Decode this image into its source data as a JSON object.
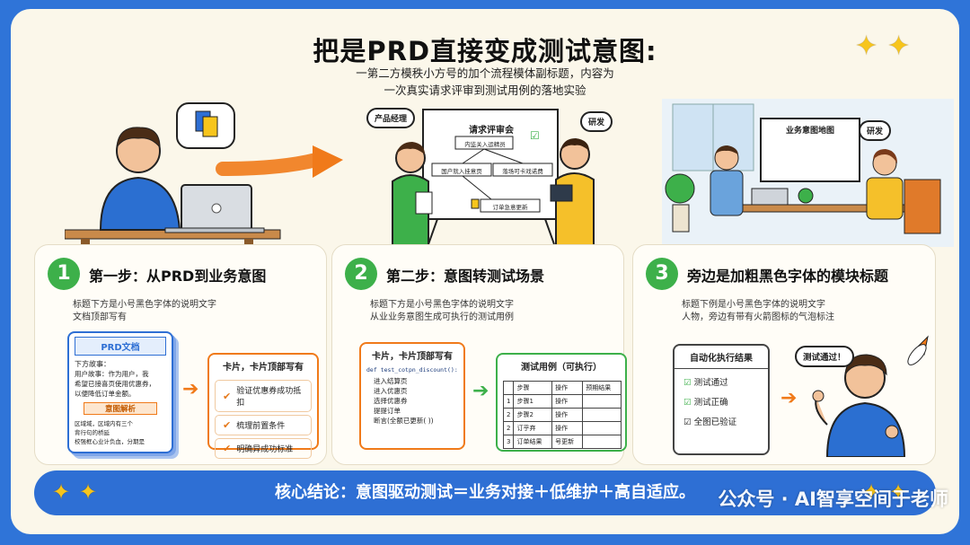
{
  "header": {
    "title": "把是PRD直接变成测试意图:",
    "subtitle_line1": "一第二方模秩小方号的加个流程模体副标题，内容为",
    "subtitle_line2": "一次真实请求评审到测试用例的落地实验"
  },
  "scene": {
    "meeting_board_title": "请求评审会",
    "board_nodes": [
      "内监关入运精员",
      "国户就入挂意页",
      "落场可卡戏诺费",
      "订单急意更新"
    ],
    "label_pm": "产品经理",
    "label_dev": "研发",
    "office_board_title": "业务意图地图",
    "office_bubble": "研发"
  },
  "steps": [
    {
      "number": "1",
      "title": "第一步：从PRD到业务意图",
      "desc_line1": "标题下方是小号黑色字体的说明文字",
      "desc_line2": "文档顶部写有",
      "doc_title": "PRD文档",
      "doc_story_heading": "下方故事：",
      "doc_story_lines": [
        "用户故事：作为用户，我",
        "希望已接喜页使用优惠券，",
        "以便降低订单金额。"
      ],
      "doc_analysis_label": "意图解析",
      "doc_bullets": [
        "区域域，区域内有三个",
        "背行句的桥延",
        "校强框心业计负血，分期是"
      ],
      "card_title": "卡片，卡片顶部写有",
      "card_items": [
        "验证优惠券成功抵扣",
        "梳理前置条件",
        "明确异成功标准"
      ]
    },
    {
      "number": "2",
      "title": "第二步：意图转测试场景",
      "desc_line1": "标题下方是小号黑色字体的说明文字",
      "desc_line2": "从业业务意图生成可执行的测试用例",
      "card_title": "卡片，卡片顶部写有",
      "code_line": "def test_cotpn_discount():",
      "code_items": [
        "进入结算页",
        "进入优惠页",
        "选择优惠券",
        "提提订单",
        "断言(全额已更新(  ))"
      ],
      "table_title": "测试用例（可执行）",
      "table_headers": [
        "",
        "步骤",
        "操作",
        "预期结果"
      ],
      "table_rows": [
        [
          "1",
          "步骤1",
          "操作",
          ""
        ],
        [
          "2",
          "步骤2",
          "操作",
          ""
        ],
        [
          "2",
          "订乎弃",
          "操作",
          ""
        ],
        [
          "3",
          "订单结果",
          "号更新",
          ""
        ]
      ]
    },
    {
      "number": "3",
      "title": "旁边是加粗黑色字体的模块标题",
      "desc_line1": "标题下例是小号黑色字体的说明文字",
      "desc_line2": "人物，旁边有带有火箭图标的气泡标注",
      "card_title": "自动化执行结果",
      "results": [
        "测试通过",
        "测试正确",
        "全图已验证"
      ],
      "bubble": "测试通过！"
    }
  ],
  "footer": {
    "text": "核心结论：意图驱动测试＝业务对接＋低维护＋高自适应。"
  },
  "watermark": "公众号 · AI智享空间于老师",
  "colors": {
    "accent_blue": "#2e6fd4",
    "accent_green": "#3db04a",
    "accent_orange": "#f07a1a",
    "background": "#fbf7ea"
  }
}
